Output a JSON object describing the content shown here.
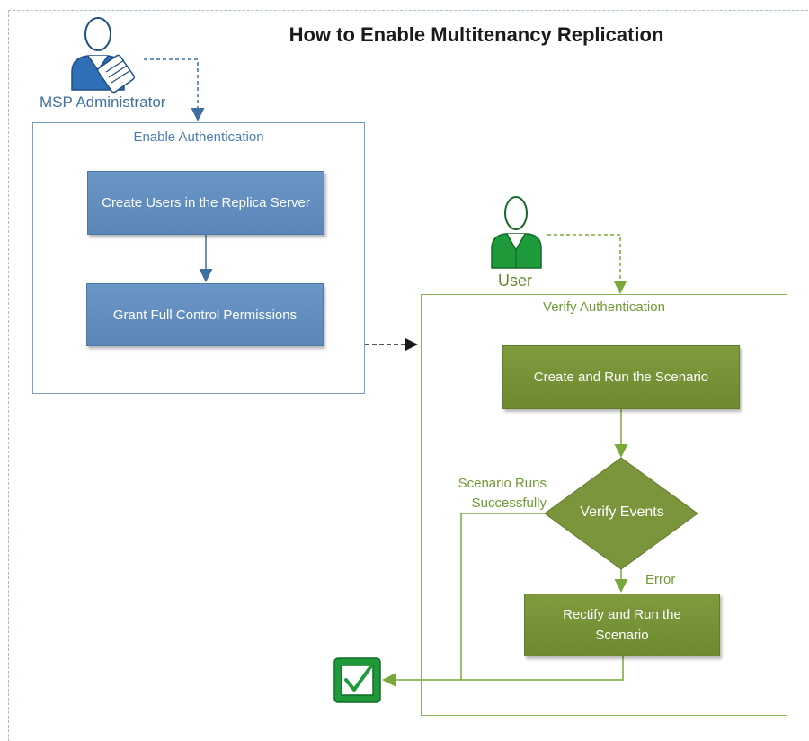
{
  "title": "How to Enable Multitenancy Replication",
  "actors": {
    "msp": "MSP Administrator",
    "user": "User"
  },
  "containers": {
    "enable_auth": "Enable Authentication",
    "verify_auth": "Verify Authentication"
  },
  "steps": {
    "create_users": "Create Users in the Replica Server",
    "grant_permissions": "Grant Full Control Permissions",
    "create_run": "Create and Run the Scenario",
    "verify_events": "Verify Events",
    "rectify": "Rectify and Run the Scenario"
  },
  "annotations": {
    "success_line1": "Scenario Runs",
    "success_line2": "Successfully",
    "error": "Error"
  },
  "colors": {
    "blue": "#5a86b8",
    "green": "#6e8a31",
    "green_line": "#7aa83a",
    "blue_line": "#3f6f9f"
  },
  "icons": {
    "msp": "administrator-clipboard-icon",
    "user": "user-person-icon",
    "done": "checkmark-icon"
  }
}
